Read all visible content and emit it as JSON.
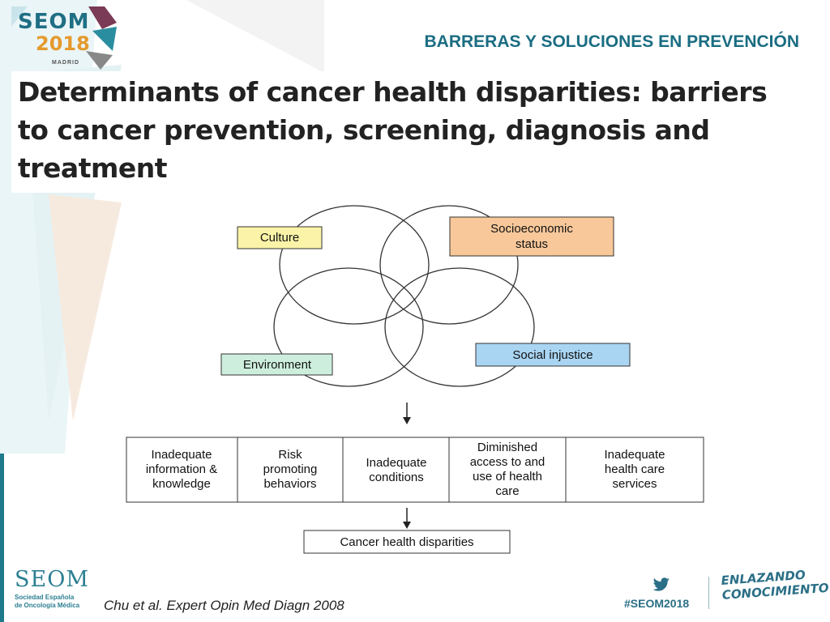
{
  "header": {
    "logo_line1": "SEOM",
    "logo_line2": "2018",
    "logo_line3": "MADRID",
    "section_title": "BARRERAS Y SOLUCIONES EN PREVENCIÓN"
  },
  "title": {
    "line1": "Determinants of cancer health disparities: barriers",
    "line2": "to cancer prevention, screening, diagnosis and",
    "line3": "treatment"
  },
  "diagram": {
    "determinants": [
      {
        "label": "Culture",
        "color": "#fbf3a8"
      },
      {
        "label_line1": "Socioeconomic",
        "label_line2": "status",
        "color": "#f8c89a"
      },
      {
        "label": "Environment",
        "color": "#cdeedd"
      },
      {
        "label": "Social injustice",
        "color": "#a9d5f3"
      }
    ],
    "barriers": [
      {
        "lines": [
          "Inadequate",
          "information &",
          "knowledge"
        ]
      },
      {
        "lines": [
          "Risk",
          "promoting",
          "behaviors"
        ]
      },
      {
        "lines": [
          "Inadequate",
          "conditions"
        ]
      },
      {
        "lines": [
          "Diminished",
          "access to and",
          "use of health",
          "care"
        ]
      },
      {
        "lines": [
          "Inadequate",
          "health care",
          "services"
        ]
      }
    ],
    "outcome": "Cancer health disparities"
  },
  "footer": {
    "seom_name": "SEOM",
    "seom_sub1": "Sociedad Española",
    "seom_sub2": "de Oncología Médica",
    "citation": "Chu et al. Expert Opin Med Diagn 2008",
    "hashtag": "#SEOM2018",
    "tagline_line1": "ENLAZANDO",
    "tagline_line2": "CONOCIMIENTO"
  },
  "colors": {
    "accent": "#1a6d82",
    "orange": "#e59a2e"
  }
}
